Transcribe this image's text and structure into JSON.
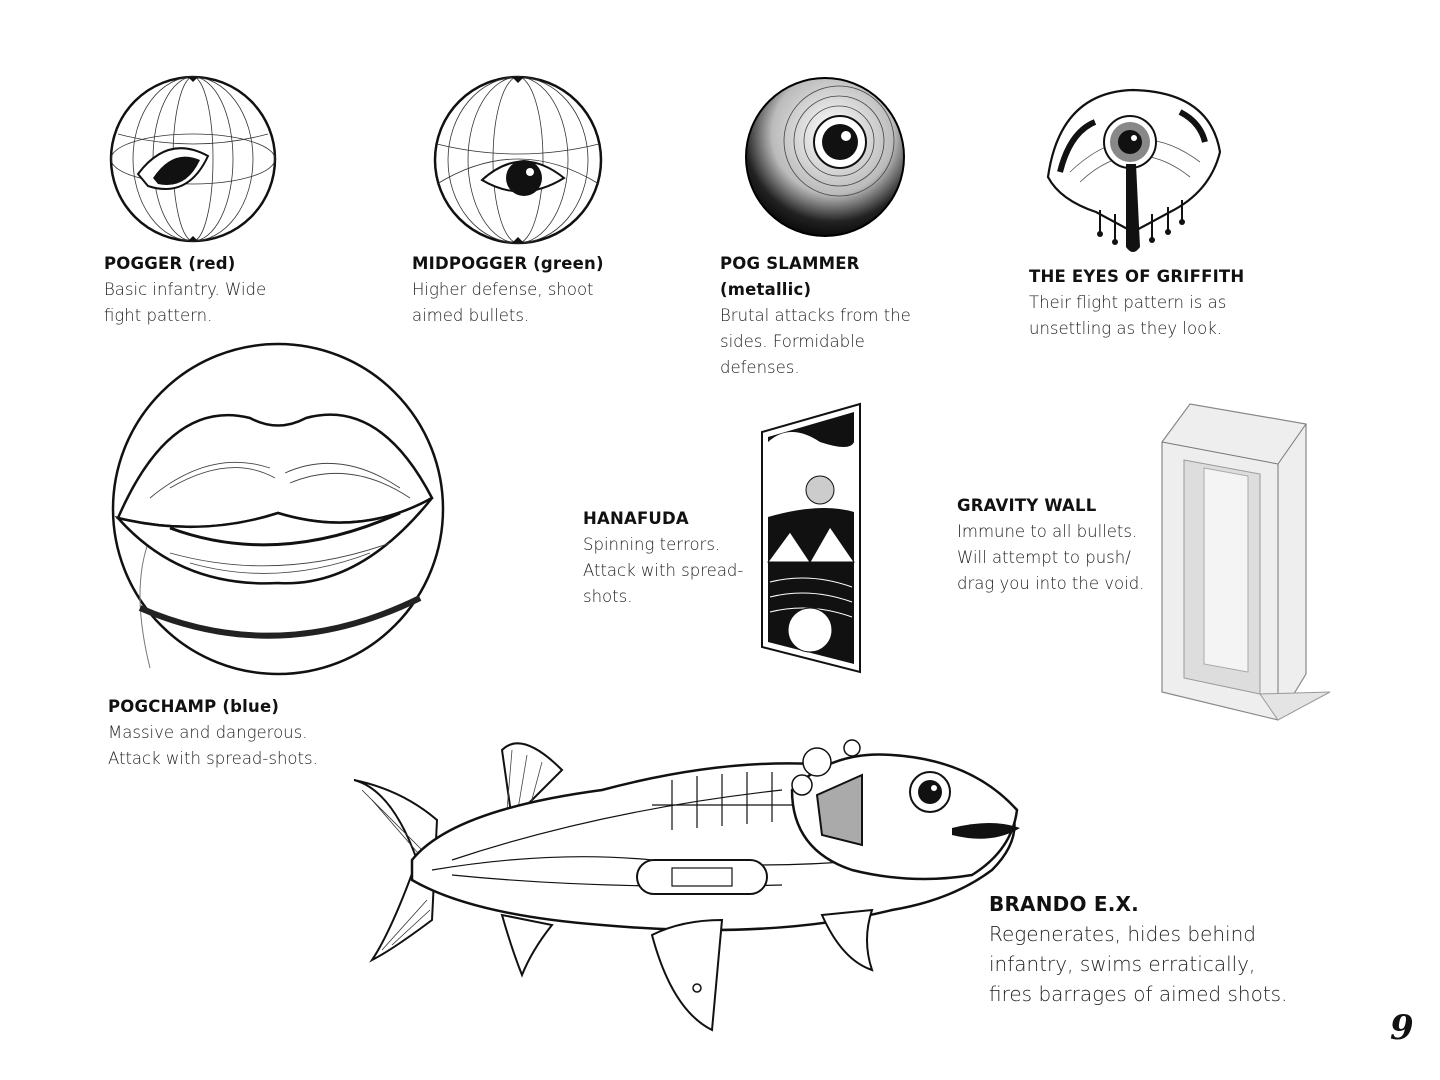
{
  "enemies": [
    {
      "name": "POGGER (red)",
      "desc": "Basic infantry.  Wide fight pattern."
    },
    {
      "name": "MIDPOGGER (green)",
      "desc": "Higher defense, shoot aimed bullets."
    },
    {
      "name": "POG SLAMMER (metallic)",
      "desc": "Brutal attacks from the sides.  Formidable defenses."
    },
    {
      "name": "THE EYES OF GRIFFITH",
      "desc": "Their flight pattern is as unsettling as they look."
    },
    {
      "name": "POGCHAMP (blue)",
      "desc": "Massive and dangerous. Attack with spread-shots."
    },
    {
      "name": "HANAFUDA",
      "desc": "Spinning terrors. Attack with spread-shots."
    },
    {
      "name": "GRAVITY WALL",
      "desc": "Immune to all bullets. Will attempt to push/ drag you into the void."
    },
    {
      "name": "BRANDO E.X.",
      "desc": "Regenerates, hides behind infantry, swims erratically, fires barrages of aimed shots."
    }
  ],
  "page_number": "9"
}
